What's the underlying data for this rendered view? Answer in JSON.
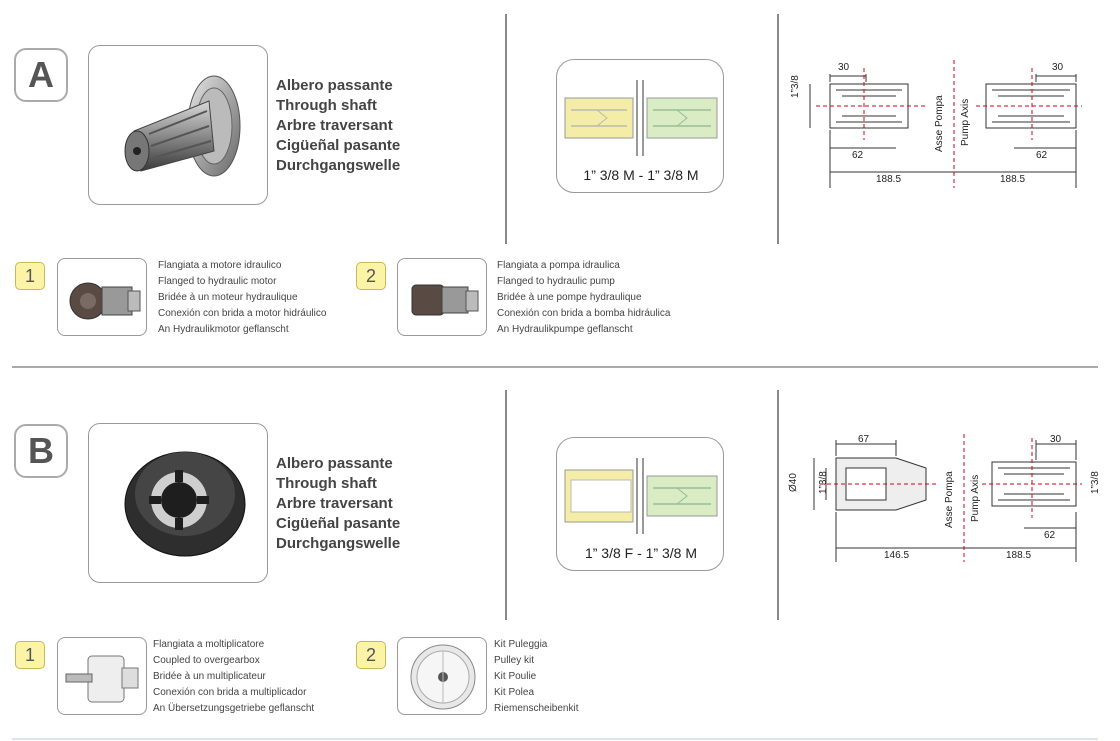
{
  "sectionA": {
    "letter": "A",
    "desc": [
      "Albero passante",
      "Through shaft",
      "Arbre traversant",
      "Cigüeñal pasante",
      "Durchgangswelle"
    ],
    "spline_label": "1” 3/8 M - 1” 3/8 M",
    "dims": {
      "left_top": "30",
      "left_height": "1”3/8",
      "left_bottom": "62",
      "left_total": "188.5",
      "right_top": "30",
      "right_bottom": "62",
      "right_total": "188.5"
    },
    "axis_labels": [
      "Asse Pompa",
      "Pump Axis"
    ],
    "options": [
      {
        "number": "1",
        "lines": [
          "Flangiata a motore idraulico",
          "Flanged to hydraulic motor",
          "Bridée à un moteur hydraulique",
          "Conexión con brida a motor hidráulico",
          "An Hydraulikmotor geflanscht"
        ]
      },
      {
        "number": "2",
        "lines": [
          "Flangiata a pompa idraulica",
          "Flanged to hydraulic pump",
          "Bridée à une pompe hydraulique",
          "Conexión con brida a bomba hidráulica",
          "An Hydraulikpumpe geflanscht"
        ]
      }
    ]
  },
  "sectionB": {
    "letter": "B",
    "desc": [
      "Albero passante",
      "Through shaft",
      "Arbre traversant",
      "Cigüeñal pasante",
      "Durchgangswelle"
    ],
    "spline_label": "1” 3/8 F - 1” 3/8 M",
    "dims": {
      "left_top": "67",
      "left_diam": "Ø40",
      "left_height": "1”3/8",
      "left_total": "146.5",
      "right_top": "30",
      "right_height": "1”3/8",
      "right_bottom": "62",
      "right_total": "188.5"
    },
    "axis_labels": [
      "Asse Pompa",
      "Pump Axis"
    ],
    "options": [
      {
        "number": "1",
        "lines": [
          "Flangiata a moltiplicatore",
          "Coupled to overgearbox",
          "Bridée à un multiplicateur",
          "Conexión con brida a multiplicador",
          "An Übersetzungsgetriebe geflanscht"
        ]
      },
      {
        "number": "2",
        "lines": [
          "Kit Puleggia",
          "Pulley kit",
          "Kit Poulie",
          "Kit Polea",
          "Riemenscheibenkit"
        ]
      }
    ]
  },
  "colors": {
    "badge_fill": "#fbf3a6",
    "spline_yellow": "#f3eda8",
    "spline_green": "#d9ecc4",
    "axis_red": "#d0021b"
  }
}
